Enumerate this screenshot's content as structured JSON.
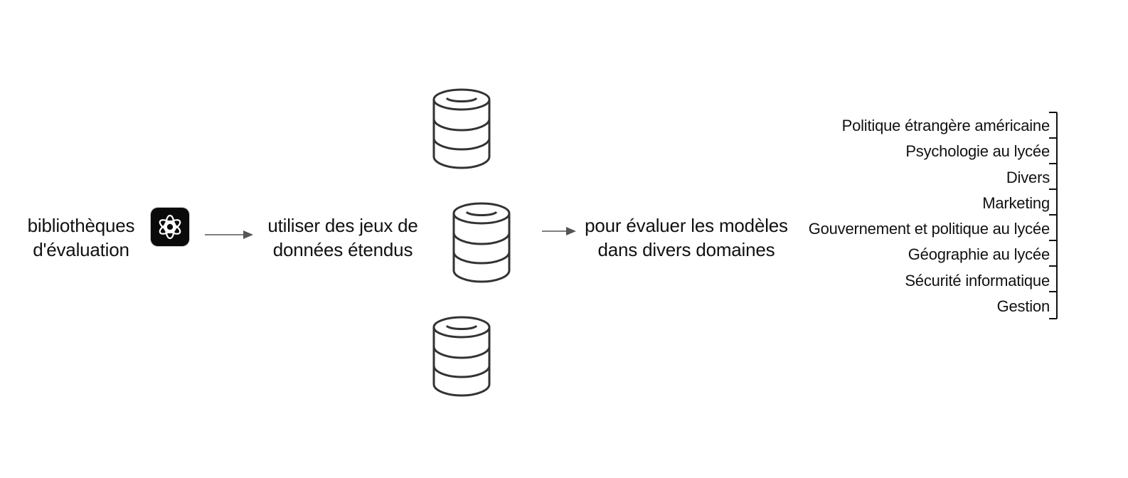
{
  "steps": {
    "libraries": {
      "line1": "bibliothèques",
      "line2": "d'évaluation"
    },
    "datasets": {
      "line1": "utiliser des jeux de",
      "line2": "données étendus"
    },
    "evaluate": {
      "line1": "pour évaluer les modèles",
      "line2": "dans divers domaines"
    }
  },
  "icons": {
    "logo": "openai-logo-icon",
    "database": "database-icon",
    "arrow": "arrow-right-icon"
  },
  "domains": [
    "Politique étrangère américaine",
    "Psychologie au lycée",
    "Divers",
    "Marketing",
    "Gouvernement et politique au lycée",
    "Géographie au lycée",
    "Sécurité informatique",
    "Gestion"
  ]
}
